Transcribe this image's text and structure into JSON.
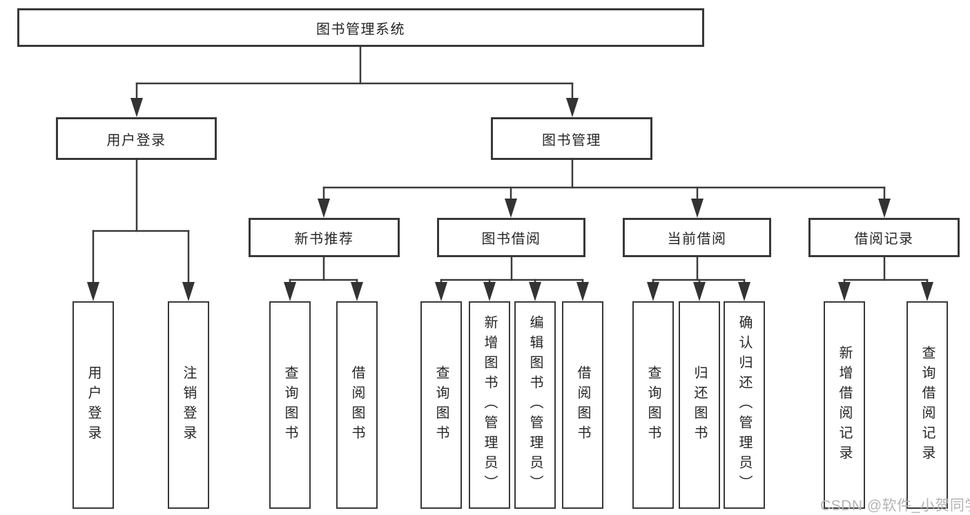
{
  "tree": {
    "root": {
      "label": "图书管理系统"
    },
    "branches": [
      {
        "label": "用户登录",
        "children": [
          {
            "label": "用户登录"
          },
          {
            "label": "注销登录"
          }
        ]
      },
      {
        "label": "图书管理",
        "children": [
          {
            "label": "新书推荐",
            "children": [
              {
                "label": "查询图书"
              },
              {
                "label": "借阅图书"
              }
            ]
          },
          {
            "label": "图书借阅",
            "children": [
              {
                "label": "查询图书"
              },
              {
                "label": "新增图书（管理员）"
              },
              {
                "label": "编辑图书（管理员）"
              },
              {
                "label": "借阅图书"
              }
            ]
          },
          {
            "label": "当前借阅",
            "children": [
              {
                "label": "查询图书"
              },
              {
                "label": "归还图书"
              },
              {
                "label": "确认归还（管理员）"
              }
            ]
          },
          {
            "label": "借阅记录",
            "children": [
              {
                "label": "新增借阅记录"
              },
              {
                "label": "查询借阅记录"
              }
            ]
          }
        ]
      }
    ]
  },
  "watermark": {
    "text": "CSDN @软件_小贺同学"
  },
  "colors": {
    "line": "#3a3a3a",
    "box_border": "#383838",
    "text": "#262626",
    "watermark": "#b4b4b7",
    "background": "#ffffff"
  }
}
